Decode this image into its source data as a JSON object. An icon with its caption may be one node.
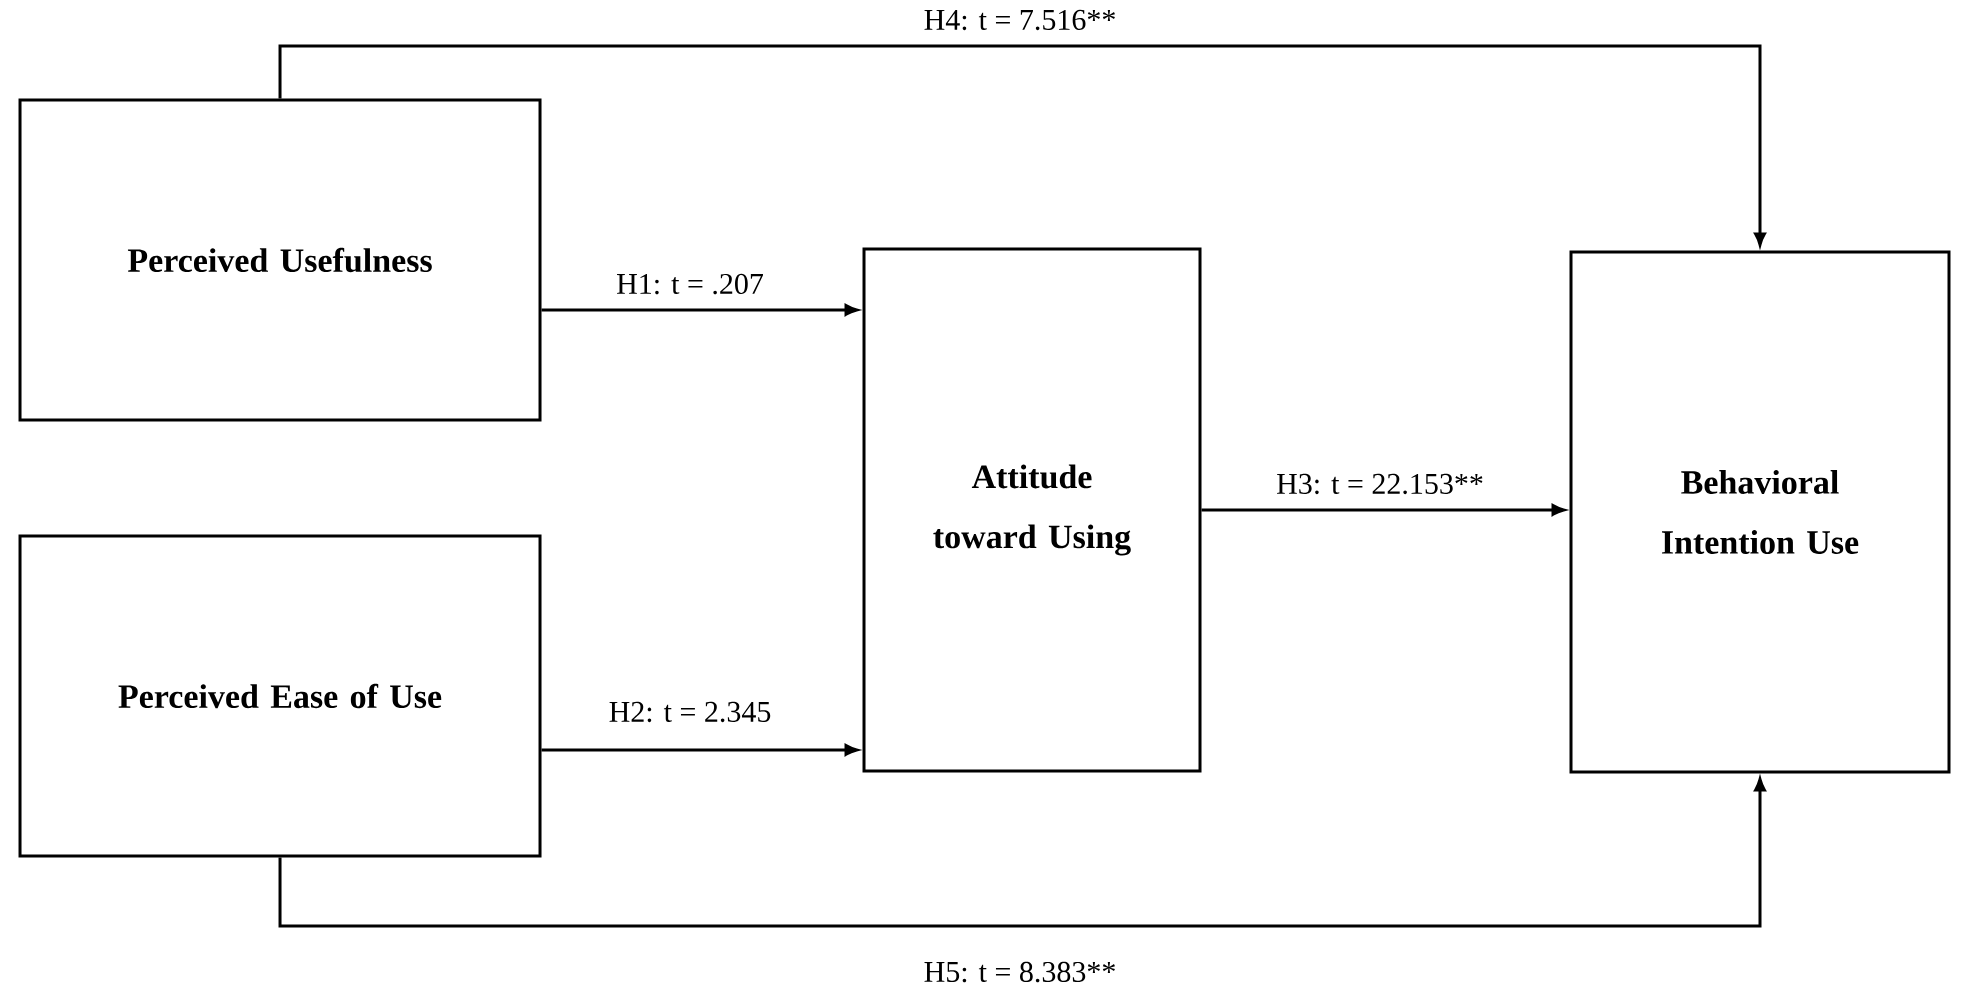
{
  "diagram": {
    "nodes": [
      {
        "text": [
          "Perceived Usefulness"
        ]
      },
      {
        "text": [
          "Perceived Ease of Use"
        ]
      },
      {
        "text": [
          "Attitude toward Using"
        ]
      },
      {
        "text": [
          "Behavioral Intention Use"
        ]
      }
    ],
    "edges": [
      {
        "from": 0,
        "to": 2,
        "arrow": "to",
        "label": "H1:  t = .207"
      },
      {
        "from": 1,
        "to": 2,
        "arrow": "to",
        "label": "H2:  t = 2.345"
      },
      {
        "from": 2,
        "to": 3,
        "arrow": "to",
        "label": "H3:  t = 22.153**"
      },
      {
        "from": 0,
        "to": 3,
        "arrow": "to",
        "label": "H4:  t = 7.516**"
      },
      {
        "from": 1,
        "to": 3,
        "arrow": "to",
        "label": "H5:  t = 8.383**"
      }
    ]
  }
}
